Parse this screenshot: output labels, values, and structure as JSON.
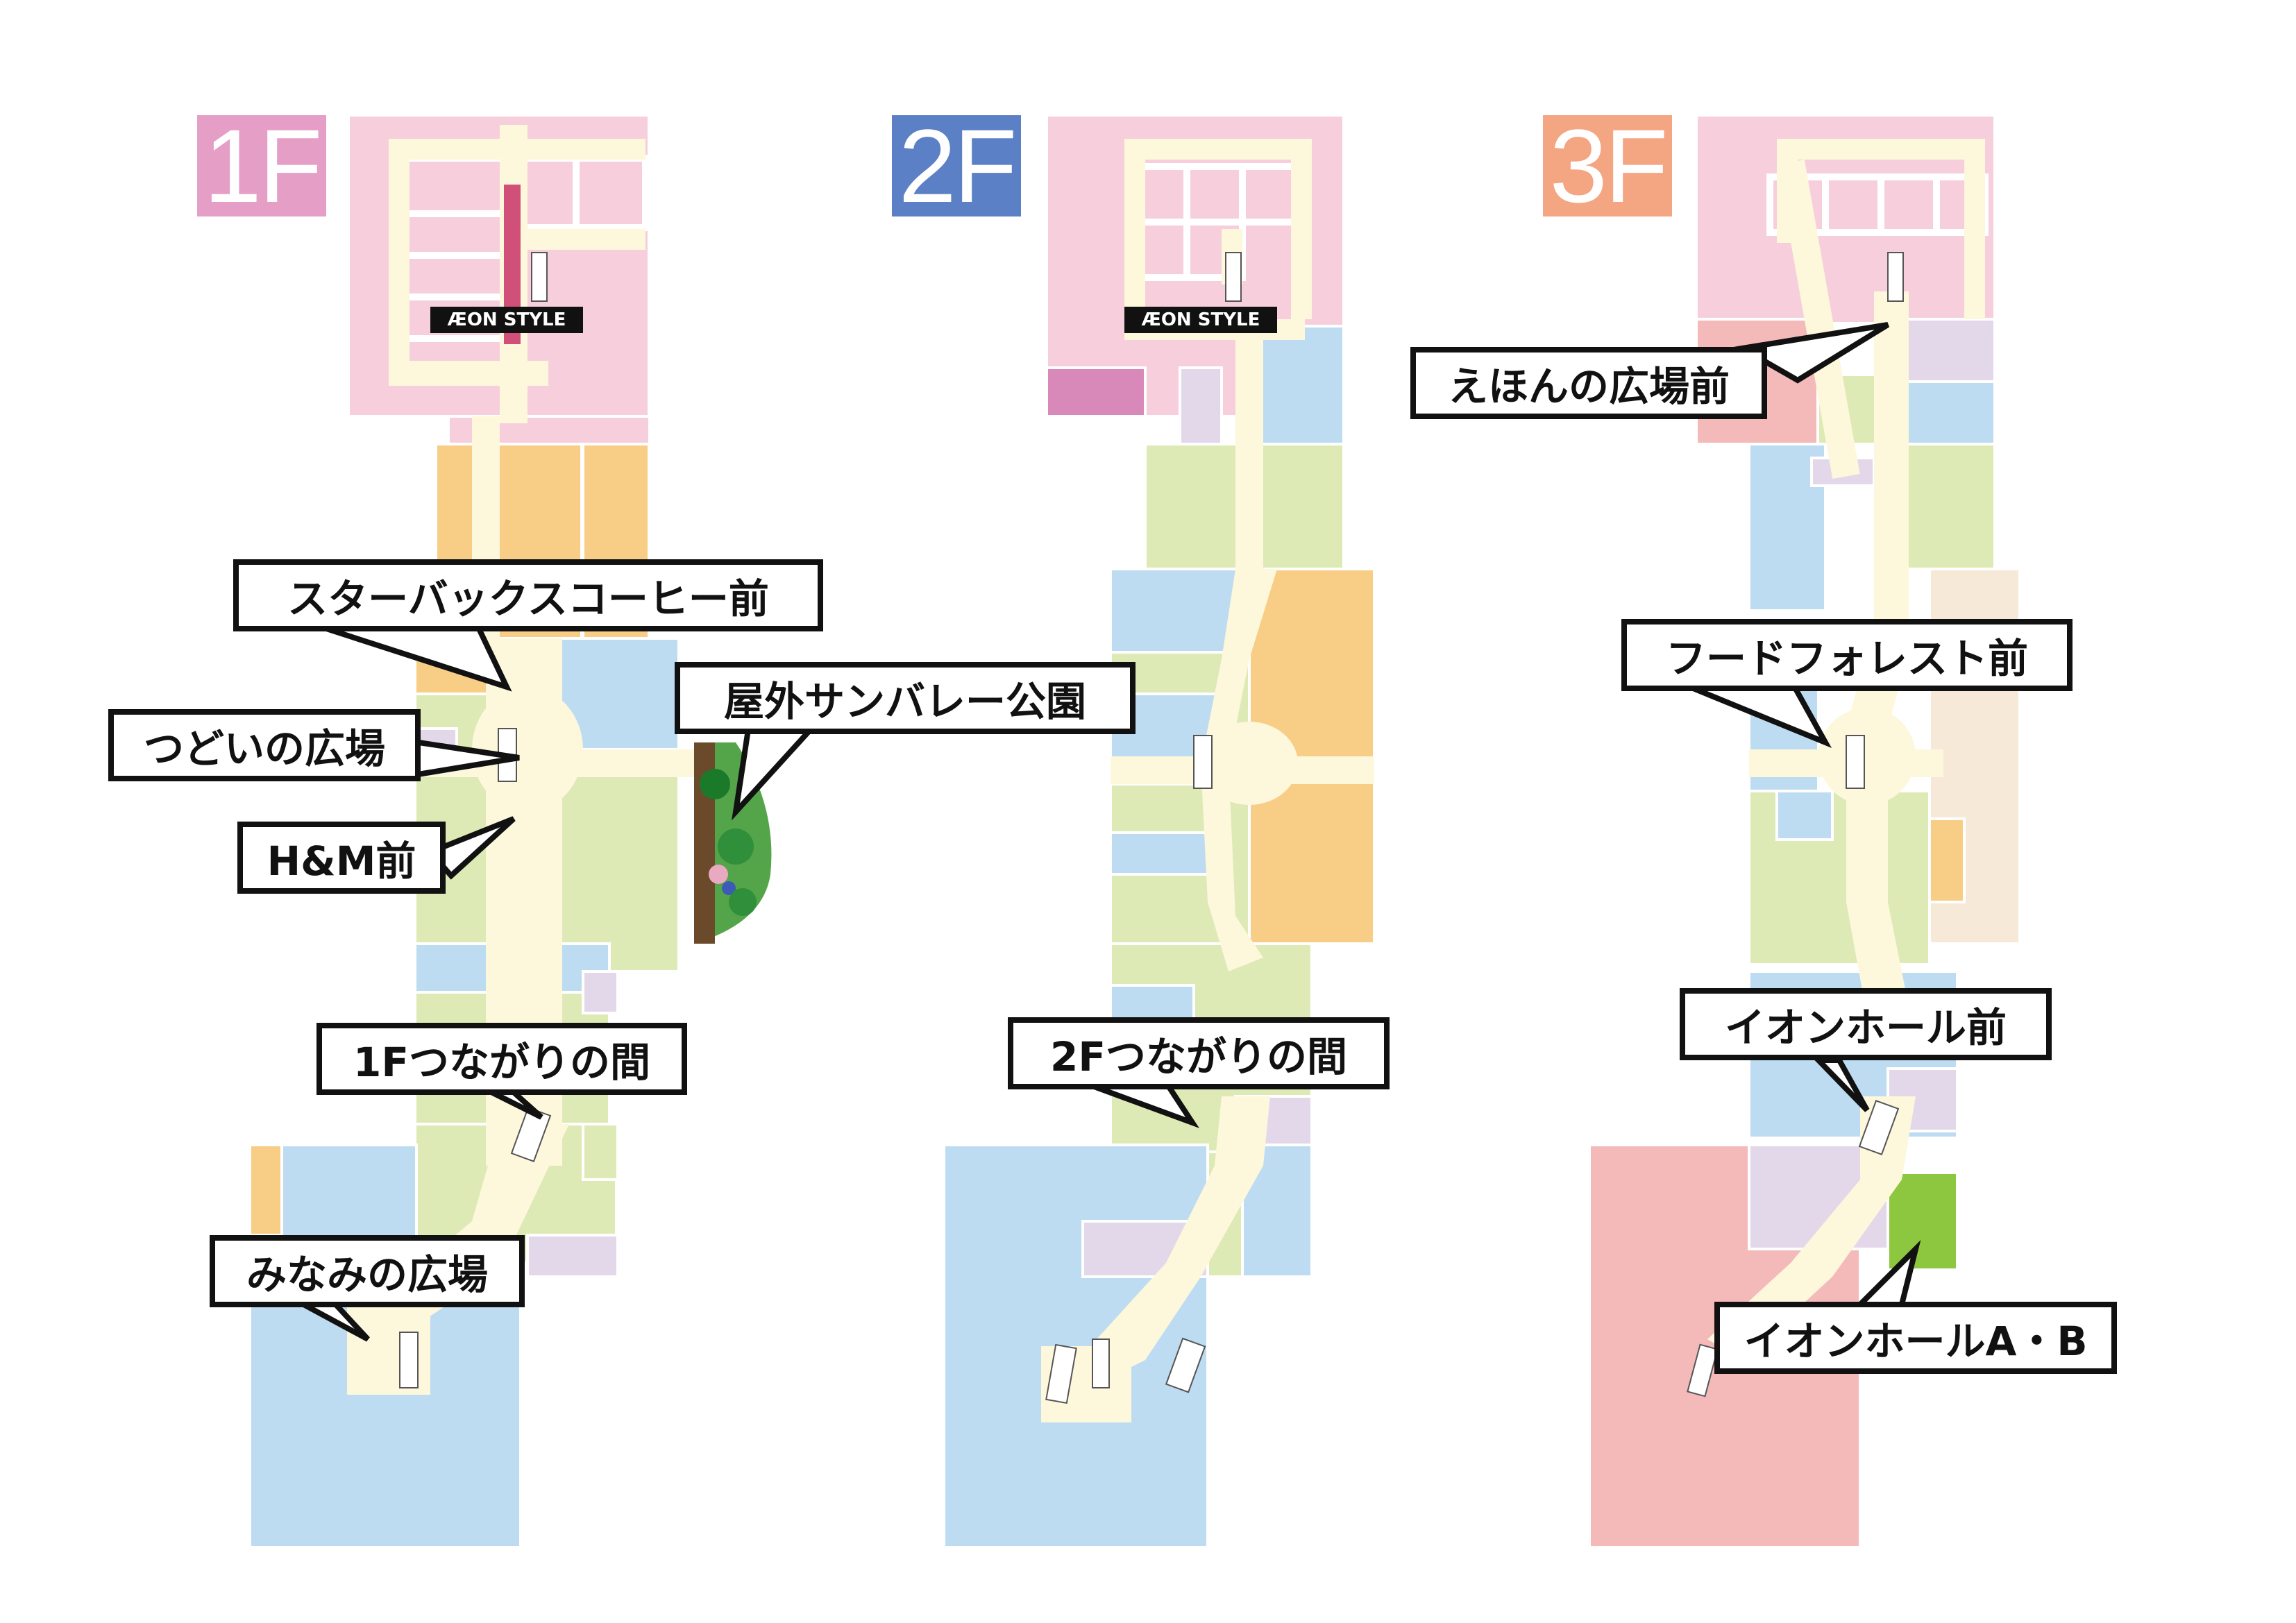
{
  "colors": {
    "floor_1f": "#e59ec6",
    "floor_2f": "#5b80c6",
    "floor_3f": "#f4a582",
    "pink_zone": "#f7cfdc",
    "corridor": "#fdf7dc",
    "blue_zone": "#bddcf2",
    "green_zone": "#deeab6",
    "orange_zone": "#f8cd86",
    "lavender_zone": "#e3d8ea",
    "salmon_zone": "#f4b9b9",
    "park_green": "#54a44a",
    "hall_green": "#8dc63f"
  },
  "floors": [
    {
      "label": "1F",
      "brand": "ÆON STYLE"
    },
    {
      "label": "2F",
      "brand": "ÆON STYLE"
    },
    {
      "label": "3F"
    }
  ],
  "callouts": {
    "f1": [
      "スターバックスコーヒー前",
      "つどいの広場",
      "屋外サンバレー公園",
      "H&M前",
      "1Fつながりの間",
      "みなみの広場"
    ],
    "f2": [
      "2Fつながりの間"
    ],
    "f3": [
      "えほんの広場前",
      "フードフォレスト前",
      "イオンホール前",
      "イオンホールA・B"
    ]
  }
}
